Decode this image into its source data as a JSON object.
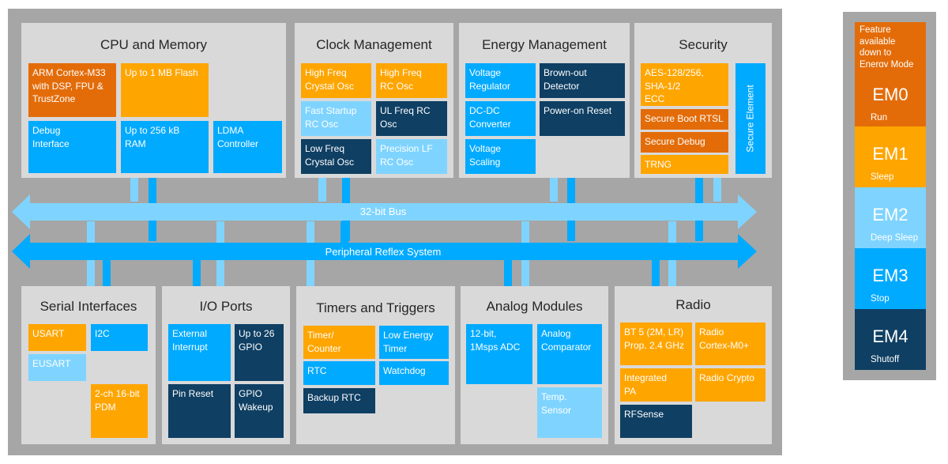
{
  "panels": {
    "cpu": {
      "title": "CPU and Memory",
      "cortex": "ARM Cortex-M33\nwith DSP, FPU &\nTrustZone",
      "flash": "Up to 1 MB Flash",
      "debug": "Debug\nInterface",
      "ram": "Up to 256 kB\nRAM",
      "ldma": "LDMA\nController"
    },
    "clock": {
      "title": "Clock Management",
      "hfxo": "High Freq\nCrystal Osc",
      "hfrco": "High Freq\nRC Osc",
      "fsrco": "Fast Startup\nRC Osc",
      "ulfrco": "UL Freq RC\nOsc",
      "lfxo": "Low Freq\nCrystal Osc",
      "lfrco": "Precision LF\nRC Osc"
    },
    "energy": {
      "title": "Energy Management",
      "vreg": "Voltage\nRegulator",
      "bod": "Brown-out\nDetector",
      "dcdc": "DC-DC\nConverter",
      "por": "Power-on Reset",
      "vscale": "Voltage\nScaling"
    },
    "security": {
      "title": "Security",
      "aes": "AES-128/256,\nSHA-1/2\nECC",
      "boot": "Secure Boot RTSL",
      "debug": "Secure Debug",
      "trng": "TRNG",
      "element": "Secure Element"
    },
    "serial": {
      "title": "Serial Interfaces",
      "usart": "USART",
      "i2c": "I2C",
      "eusart": "EUSART",
      "pdm": "2-ch 16-bit\nPDM"
    },
    "io": {
      "title": "I/O Ports",
      "extint": "External\nInterrupt",
      "gpio": "Up to 26\nGPIO",
      "reset": "Pin Reset",
      "wakeup": "GPIO\nWakeup"
    },
    "timers": {
      "title": "Timers and Triggers",
      "timer": "Timer/\nCounter",
      "letimer": "Low Energy\nTimer",
      "rtc": "RTC",
      "wdog": "Watchdog",
      "brtc": "Backup RTC"
    },
    "analog": {
      "title": "Analog Modules",
      "adc": "12-bit,\n1Msps ADC",
      "acmp": "Analog\nComparator",
      "temp": "Temp.\nSensor"
    },
    "radio": {
      "title": "Radio",
      "bt": "BT 5 (2M, LR)\nProp. 2.4 GHz",
      "cortex0": "Radio\nCortex-M0+",
      "pa": "Integrated\nPA",
      "crypto": "Radio Crypto",
      "rfsense": "RFSense"
    }
  },
  "buses": {
    "bus32": "32-bit Bus",
    "prs": "Peripheral Reflex System"
  },
  "legend": {
    "header": "Feature\navailable\ndown to\nEnergy Mode",
    "modes": [
      {
        "code": "EM0",
        "name": "Run",
        "color": "#e36c09"
      },
      {
        "code": "EM1",
        "name": "Sleep",
        "color": "#ffa500"
      },
      {
        "code": "EM2",
        "name": "Deep Sleep",
        "color": "#7fd4ff"
      },
      {
        "code": "EM3",
        "name": "Stop",
        "color": "#00aaff"
      },
      {
        "code": "EM4",
        "name": "Shutoff",
        "color": "#0f3f63"
      }
    ]
  },
  "colors": {
    "em0": "#e36c09",
    "em1": "#ffa500",
    "em2": "#7fd4ff",
    "em3": "#00aaff",
    "em4": "#0f3f63",
    "panel": "#d9d9d9",
    "frame": "#a6a6a6"
  }
}
